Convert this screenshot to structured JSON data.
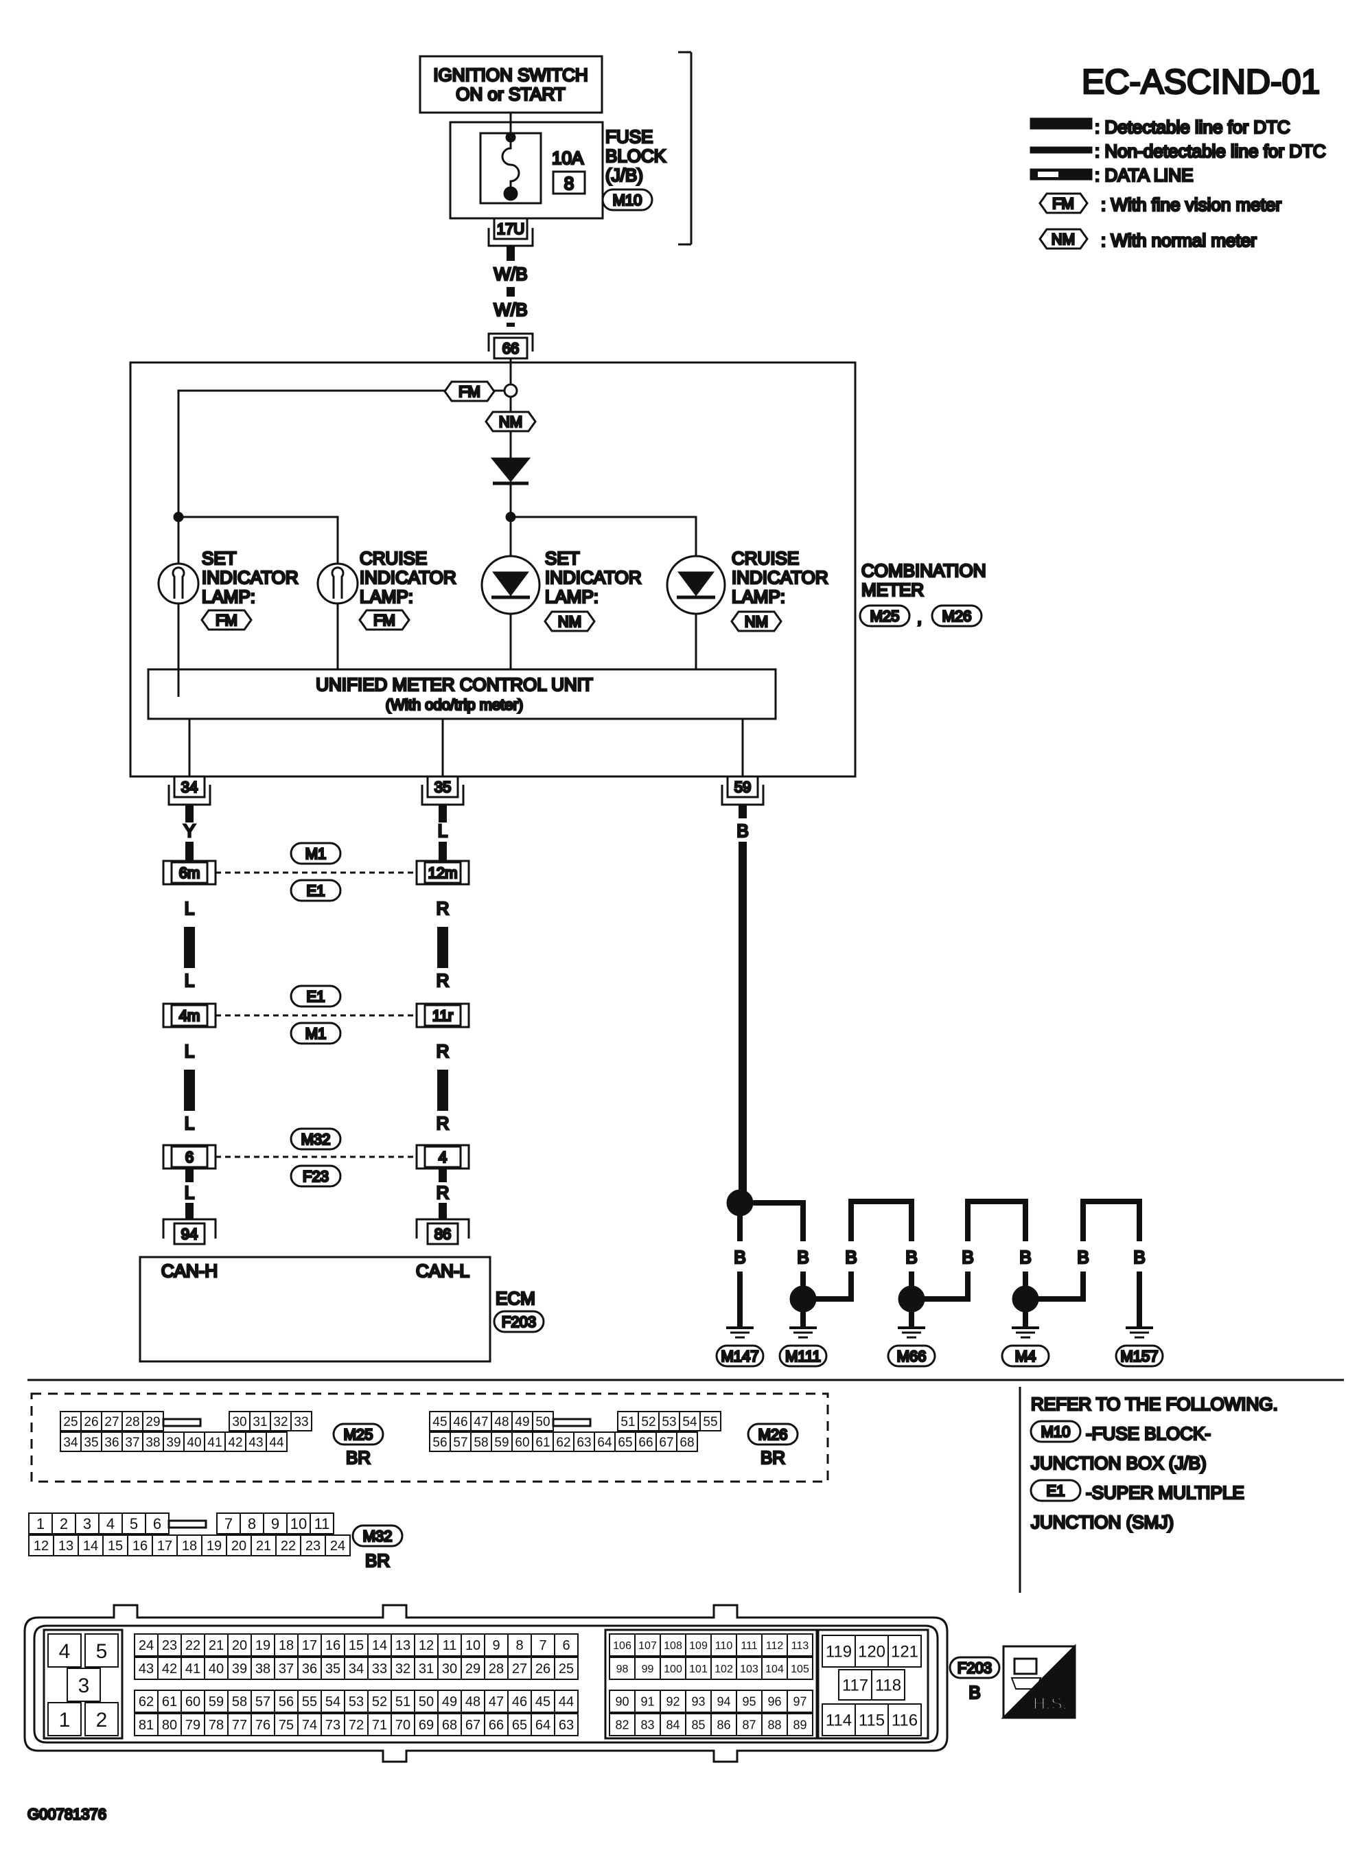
{
  "title": "EC-ASCIND-01",
  "figure_id": "G00781376",
  "legend": {
    "detectable": ": Detectable line for DTC",
    "nondetectable": ": Non-detectable line for DTC",
    "dataline": ": DATA LINE",
    "fm_tag": "FM",
    "fm_text": ": With fine vision meter",
    "nm_tag": "NM",
    "nm_text": ": With normal meter"
  },
  "ignition": {
    "line1": "IGNITION SWITCH",
    "line2": "ON or START"
  },
  "fuse_block": {
    "line1": "FUSE",
    "line2": "BLOCK",
    "line3": "(J/B)",
    "conn": "M10",
    "amp": "10A",
    "num": "8",
    "term": "17U"
  },
  "wires": {
    "wb1": "W/B",
    "wb2": "W/B",
    "y": "Y",
    "l": "L",
    "r": "R",
    "b": "B"
  },
  "meter": {
    "term_in": "66",
    "fm": "FM",
    "nm": "NM",
    "lamps": [
      {
        "l1": "SET",
        "l2": "INDICATOR",
        "l3": "LAMP:",
        "tag": "FM"
      },
      {
        "l1": "CRUISE",
        "l2": "INDICATOR",
        "l3": "LAMP:",
        "tag": "FM"
      },
      {
        "l1": "SET",
        "l2": "INDICATOR",
        "l3": "LAMP:",
        "tag": "NM"
      },
      {
        "l1": "CRUISE",
        "l2": "INDICATOR",
        "l3": "LAMP:",
        "tag": "NM"
      }
    ],
    "unit_line1": "UNIFIED METER CONTROL UNIT",
    "unit_line2": "(With odo/trip meter)",
    "label1": "COMBINATION",
    "label2": "METER",
    "conn1": "M25",
    "sep": ",",
    "conn2": "M26",
    "t34": "34",
    "t35": "35",
    "t59": "59"
  },
  "junctions": [
    {
      "left": "6m",
      "right": "12m",
      "top": "M1",
      "bottom": "E1"
    },
    {
      "left": "4m",
      "right": "11r",
      "top": "E1",
      "bottom": "M1"
    },
    {
      "left": "6",
      "right": "4",
      "top": "M32",
      "bottom": "F23"
    }
  ],
  "ecm": {
    "t94": "94",
    "t86": "86",
    "canh": "CAN-H",
    "canl": "CAN-L",
    "label": "ECM",
    "conn": "F203"
  },
  "grounds": [
    "M147",
    "M111",
    "M66",
    "M4",
    "M157"
  ],
  "refer": {
    "title": "REFER TO THE FOLLOWING.",
    "conn1": "M10",
    "text1a": "-FUSE BLOCK-",
    "text1b": "JUNCTION BOX (J/B)",
    "conn2": "E1",
    "text2a": "-SUPER MULTIPLE",
    "text2b": "JUNCTION (SMJ)"
  },
  "connectors": {
    "m25": {
      "row1a": [
        "25",
        "26",
        "27",
        "28",
        "29"
      ],
      "row1b": [
        "30",
        "31",
        "32",
        "33"
      ],
      "row2": [
        "34",
        "35",
        "36",
        "37",
        "38",
        "39",
        "40",
        "41",
        "42",
        "43",
        "44"
      ],
      "name": "M25",
      "color": "BR"
    },
    "m26": {
      "row1a": [
        "45",
        "46",
        "47",
        "48",
        "49",
        "50"
      ],
      "row1b": [
        "51",
        "52",
        "53",
        "54",
        "55"
      ],
      "row2": [
        "56",
        "57",
        "58",
        "59",
        "60",
        "61",
        "62",
        "63",
        "64",
        "65",
        "66",
        "67",
        "68"
      ],
      "name": "M26",
      "color": "BR"
    },
    "m32": {
      "row1a": [
        "1",
        "2",
        "3",
        "4",
        "5",
        "6"
      ],
      "row1b": [
        "7",
        "8",
        "9",
        "10",
        "11"
      ],
      "row2": [
        "12",
        "13",
        "14",
        "15",
        "16",
        "17",
        "18",
        "19",
        "20",
        "21",
        "22",
        "23",
        "24"
      ],
      "name": "M32",
      "color": "BR"
    },
    "f203": {
      "name": "F203",
      "color": "B",
      "big": [
        "4",
        "5",
        "3",
        "1",
        "2"
      ],
      "a1": [
        "24",
        "23",
        "22",
        "21",
        "20",
        "19",
        "18",
        "17",
        "16",
        "15",
        "14",
        "13",
        "12",
        "11",
        "10",
        "9",
        "8",
        "7",
        "6"
      ],
      "a2": [
        "43",
        "42",
        "41",
        "40",
        "39",
        "38",
        "37",
        "36",
        "35",
        "34",
        "33",
        "32",
        "31",
        "30",
        "29",
        "28",
        "27",
        "26",
        "25"
      ],
      "a3": [
        "62",
        "61",
        "60",
        "59",
        "58",
        "57",
        "56",
        "55",
        "54",
        "53",
        "52",
        "51",
        "50",
        "49",
        "48",
        "47",
        "46",
        "45",
        "44"
      ],
      "a4": [
        "81",
        "80",
        "79",
        "78",
        "77",
        "76",
        "75",
        "74",
        "73",
        "72",
        "71",
        "70",
        "69",
        "68",
        "67",
        "66",
        "65",
        "64",
        "63"
      ],
      "b1": [
        "106",
        "107",
        "108",
        "109",
        "110",
        "111",
        "112",
        "113"
      ],
      "b2": [
        "98",
        "99",
        "100",
        "101",
        "102",
        "103",
        "104",
        "105"
      ],
      "b3": [
        "90",
        "91",
        "92",
        "93",
        "94",
        "95",
        "96",
        "97"
      ],
      "b4": [
        "82",
        "83",
        "84",
        "85",
        "86",
        "87",
        "88",
        "89"
      ],
      "c1": [
        "119",
        "120",
        "121"
      ],
      "c2": [
        "117",
        "118"
      ],
      "c3": [
        "114",
        "115",
        "116"
      ],
      "hs": "H.S."
    }
  }
}
